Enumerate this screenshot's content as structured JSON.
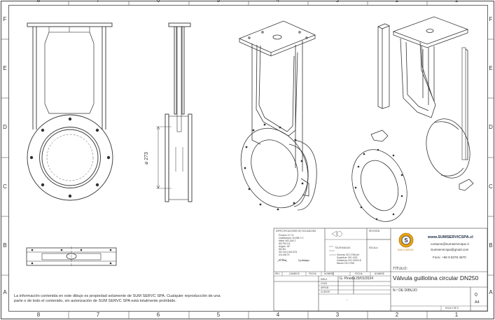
{
  "border": {
    "columns": [
      "8",
      "7",
      "6",
      "5",
      "4",
      "3",
      "2",
      "1"
    ],
    "rows": [
      "F",
      "E",
      "D",
      "C",
      "B",
      "A"
    ]
  },
  "dimension": {
    "label": "⌀ 273"
  },
  "notice": {
    "line1": "La información contenida en este dibujo es propiedad solamente de SUM SERVC SPA. Cualquier reproducción de una",
    "line2": "parte o de todo el contenido, sin autorización de SUM SERVC SPA está totalmente prohibido."
  },
  "titleblock": {
    "spec_header": "ESPECIFICACIONES DE SOLDADURA",
    "spec_lines": [
      "Proceso:  E-7-5",
      "Clasificación:  W-Z6B-T-C",
      "Metal:  WZ-ZA5-T-",
      "          WZ-FB+1/4",
      "Ángulo:  45°",
      "          WZ-B4",
      "          ISO 4210-WZ-E04",
      "          IZU-M8-T5"
    ],
    "side_view": "En bisel",
    "section_view": "En esquina",
    "revision_header": "REVISIÓN",
    "tolerances_header": "TOLERANCIAS",
    "tol_lines": [
      "General:  ISO 2768-mK",
      "Superficie:  ISO 1302",
      "Soldadura:  ISO 13920-B",
      "Mecán:  ISO 2768"
    ],
    "scale_header": "ESCALA",
    "rev_cols": [
      "REV",
      "CAMBIOS",
      "FECHA",
      "NOMBRE"
    ],
    "dates_cols": [
      "FECHA",
      "NOMBRE"
    ],
    "rows": [
      "DIBUJ",
      "CHKD",
      "APROB",
      "CLIENTE"
    ],
    "drawn_by": "G. Pineda",
    "drawn_date": "29/01/2024",
    "title_label": "TÍTULO:",
    "title": "Válvula guillotina circular DN250",
    "drawing_no_label": "N.º DE DIBUJO",
    "sheet_label": "HOJA 2 DE 5",
    "rev_value": "0",
    "size": "A4",
    "dash": "-"
  },
  "company": {
    "logo_text": "SUM & SERVIC",
    "name": "www.SUMSERVICSPA.cl",
    "email1": "contacto@sumservicspa.cl",
    "email2": "Sumservicspa@gmail.com",
    "phone": "Fono: +56 9 8376 4570"
  }
}
